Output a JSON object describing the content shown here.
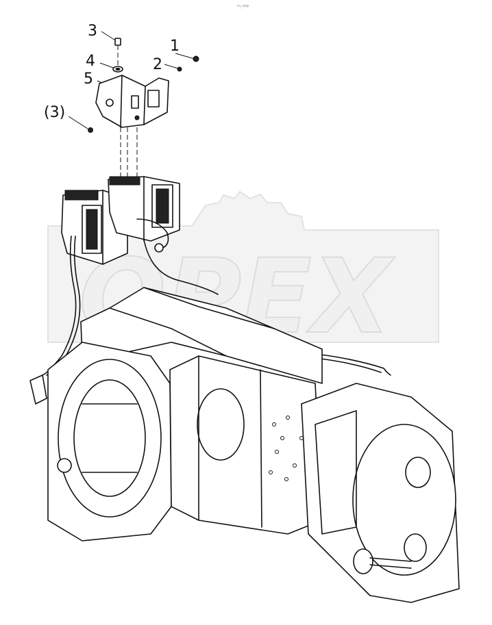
{
  "header": {
    "tiny_mark": "ru_oop"
  },
  "callouts": [
    {
      "label": "1"
    },
    {
      "label": "2"
    },
    {
      "label": "3"
    },
    {
      "label": "4"
    },
    {
      "label": "5"
    },
    {
      "label": "(3)"
    }
  ],
  "watermark": {
    "text": "OPEX"
  }
}
